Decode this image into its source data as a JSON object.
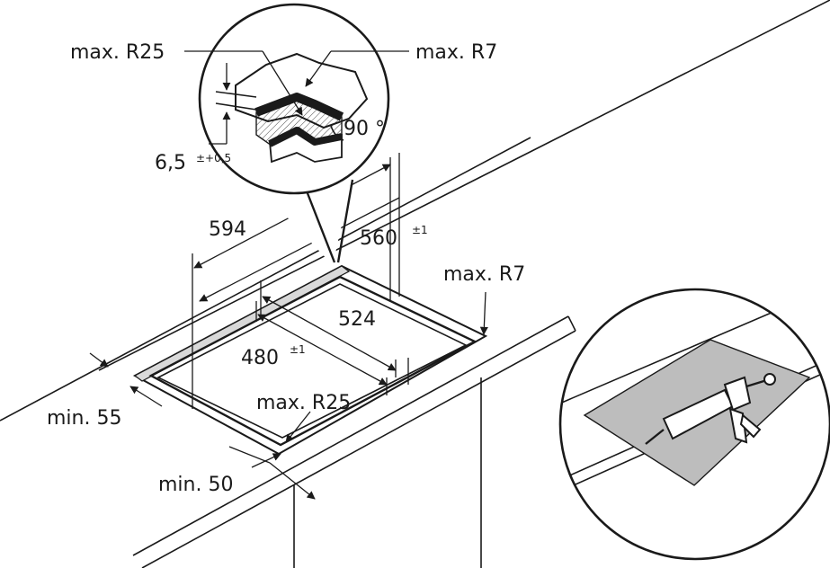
{
  "labels": {
    "max_r25_top": "max. R25",
    "max_r7_top": "max. R7",
    "angle": "90 °",
    "depth": "6,5",
    "depth_tol": "±+0,5",
    "width_594": "594",
    "depth_560": "560",
    "depth_560_tol": "±1",
    "max_r7_side": "max. R7",
    "inner_524": "524",
    "inner_480": "480",
    "inner_480_tol": "±1",
    "max_r25_bottom": "max. R25",
    "min_55": "min. 55",
    "min_50": "min. 50"
  },
  "colors": {
    "line": "#1a1a1a",
    "recess_fill": "#d9d9d9",
    "sealant_pad": "#bdbdbd",
    "background": "#ffffff"
  },
  "icons": {
    "detail_callout": "zoom-detail-circle",
    "sealant": "caulking-gun-icon"
  }
}
